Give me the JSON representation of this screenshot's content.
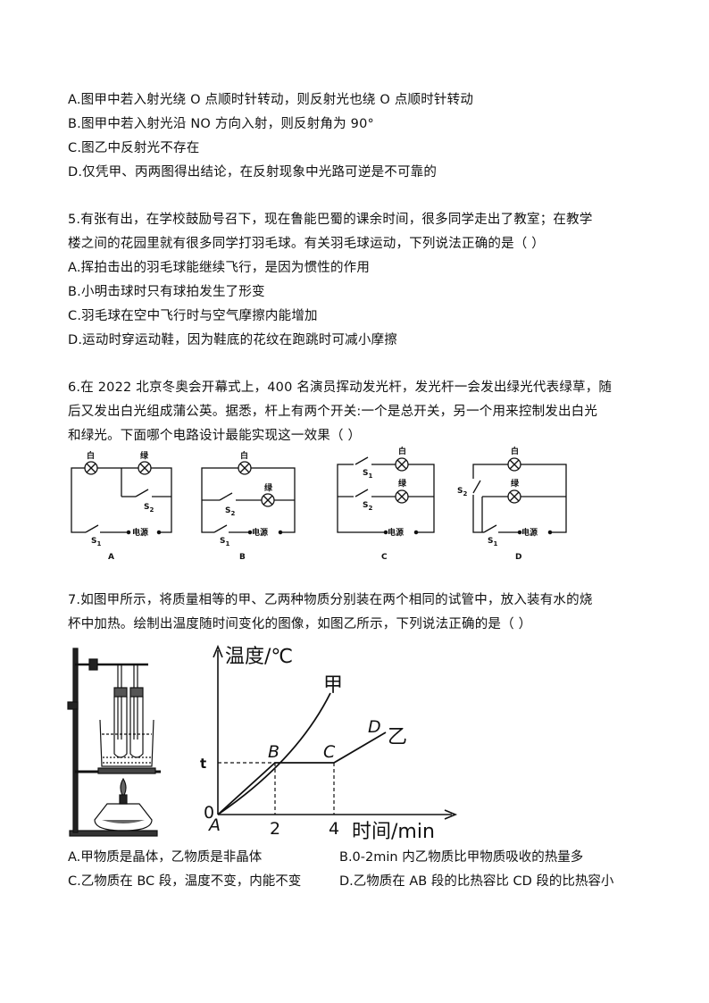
{
  "q4": {
    "options": [
      "A.图甲中若入射光绕 O 点顺时针转动，则反射光也绕 O 点顺时针转动",
      "B.图甲中若入射光沿 NO 方向入射，则反射角为 90°",
      "C.图乙中反射光不存在",
      "D.仅凭甲、丙两图得出结论，在反射现象中光路可逆是不可靠的"
    ]
  },
  "q5": {
    "stem_line1": "5.有张有出，在学校鼓励号召下，现在鲁能巴蜀的课余时间，很多同学走出了教室；在教学",
    "stem_line2": "楼之间的花园里就有很多同学打羽毛球。有关羽毛球运动，下列说法正确的是（  ）",
    "options": [
      "A.挥拍击出的羽毛球能继续飞行，是因为惯性的作用",
      "B.小明击球时只有球拍发生了形变",
      "C.羽毛球在空中飞行时与空气摩擦内能增加",
      "D.运动时穿运动鞋，因为鞋底的花纹在跑跳时可减小摩擦"
    ]
  },
  "q6": {
    "stem_line1": "6.在 2022 北京冬奥会开幕式上，400 名演员挥动发光杆，发光杆一会发出绿光代表绿草，随",
    "stem_line2": "后又发出白光组成蒲公英。据悉，杆上有两个开关:一个是总开关，另一个用来控制发出白光",
    "stem_line3": "和绿光。下面哪个电路设计最能实现这一效果（          ）",
    "circuits": {
      "lamp_white": "白",
      "lamp_green": "绿",
      "switch_1": "S",
      "switch_2": "S",
      "sub_1": "1",
      "sub_2": "2",
      "source": "电源",
      "labels": [
        "A",
        "B",
        "C",
        "D"
      ]
    }
  },
  "q7": {
    "stem_line1": "7.如图甲所示，将质量相等的甲、乙两种物质分别装在两个相同的试管中，放入装有水的烧",
    "stem_line2": "杯中加热。绘制出温度随时间变化的图像，如图乙所示，下列说法正确的是（          ）",
    "graph": {
      "ylabel": "温度/℃",
      "xlabel": "时间/min",
      "origin": "0",
      "t_label": "t",
      "x_ticks": [
        "2",
        "4"
      ],
      "points": [
        "A",
        "B",
        "C",
        "D"
      ],
      "curve_jia": "甲",
      "curve_yi": "乙"
    },
    "options": [
      "A.甲物质是晶体，乙物质是非晶体",
      "B.0-2min 内乙物质比甲物质吸收的热量多",
      "C.乙物质在 BC 段，温度不变，内能不变",
      "D.乙物质在 AB 段的比热容比 CD 段的比热容小"
    ]
  }
}
